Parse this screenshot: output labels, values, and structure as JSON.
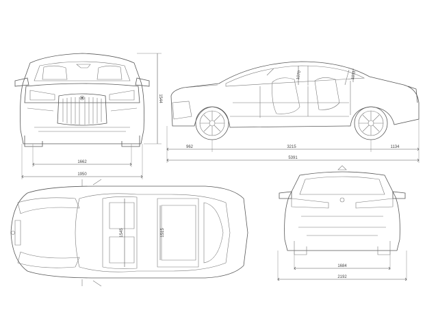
{
  "dimensions": {
    "front_height": "1544",
    "front_track": "1662",
    "front_width": "1950",
    "overhang_front": "962",
    "wheelbase": "3215",
    "overhang_rear": "1134",
    "overall_length": "5391",
    "headroom_front": "1070",
    "headroom_rear": "1011",
    "shoulder_front": "1545",
    "shoulder_rear": "1515",
    "rear_track": "1684",
    "rear_width": "2192"
  },
  "colors": {
    "line": "#555555",
    "background": "#ffffff"
  },
  "icons": {
    "logo": "bmw-roundel-icon"
  }
}
